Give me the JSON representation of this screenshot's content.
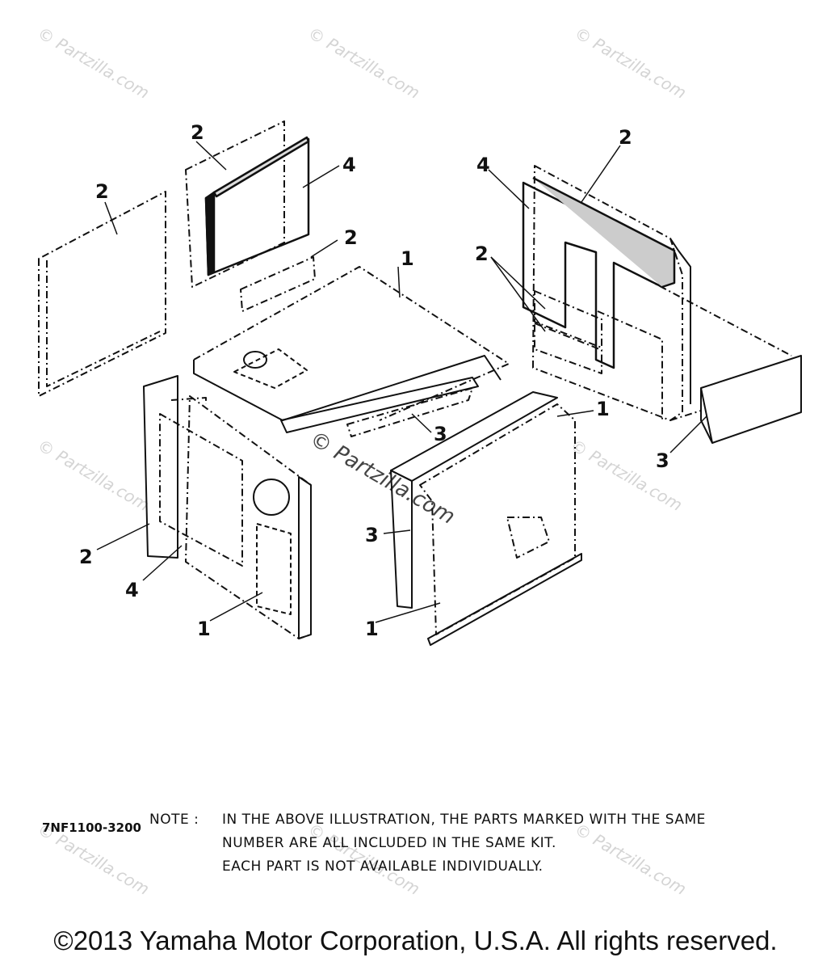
{
  "diagram": {
    "watermark": "© Partzilla.com",
    "callouts": {
      "left_panel": "2",
      "left_small_panel": "2",
      "left_block": "4",
      "left_strip": "2",
      "top_panel": "1",
      "right_block": "4",
      "right_panel": "2",
      "right_pair": "2",
      "right_strip": "3",
      "center_strip": "3",
      "left_front_panel": "1",
      "left_front_2": "2",
      "left_front_4": "4",
      "right_front_panel": "1",
      "right_front_top": "1",
      "right_front_3": "3"
    }
  },
  "note": {
    "label": "NOTE :",
    "lines": [
      "IN THE ABOVE ILLUSTRATION, THE PARTS MARKED WITH THE SAME",
      "NUMBER ARE ALL INCLUDED IN THE SAME KIT.",
      "EACH PART IS NOT AVAILABLE INDIVIDUALLY."
    ]
  },
  "part_code": "7NF1100-3200",
  "copyright": "©2013 Yamaha Motor Corporation, U.S.A. All rights reserved."
}
